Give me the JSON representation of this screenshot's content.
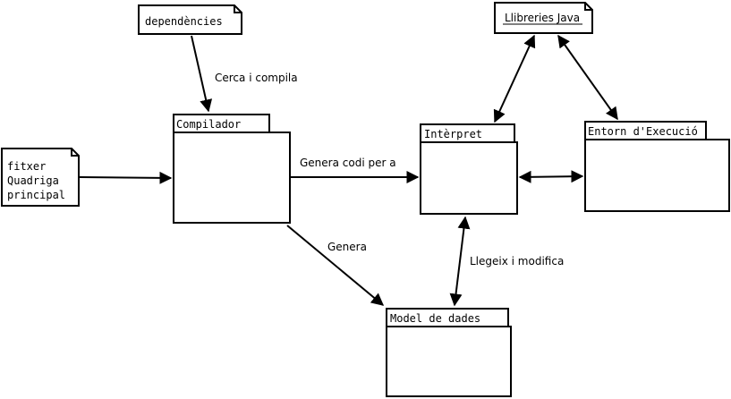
{
  "nodes": {
    "dependencies": "dependències",
    "main_file": [
      "fitxer",
      "Quadriga",
      "principal"
    ],
    "compiler": "Compilador",
    "interpreter": "Intèrpret",
    "runtime": "Entorn d'Execució",
    "java_libs": "Llibreries Java",
    "data_model": "Model de dades"
  },
  "edges": {
    "search_compile": "Cerca i compila",
    "generates_code_for": "Genera codi per a",
    "generates": "Genera",
    "reads_modifies": "Llegeix i modifica"
  }
}
